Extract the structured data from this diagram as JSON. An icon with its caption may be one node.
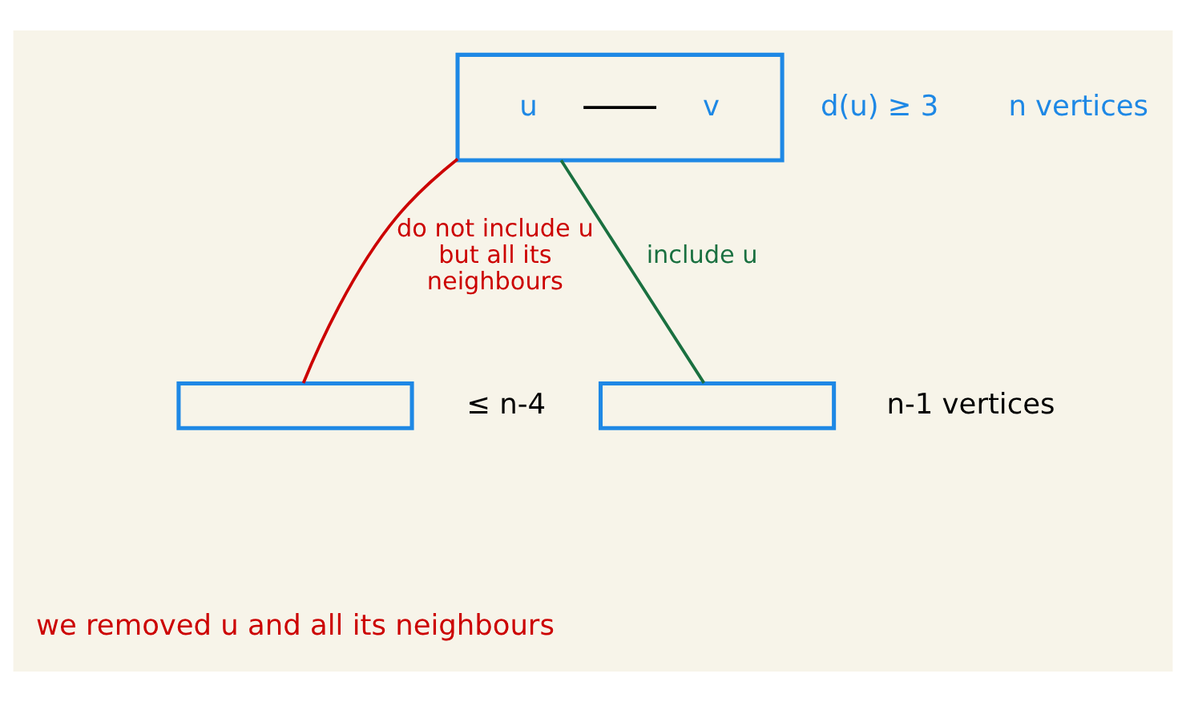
{
  "diagram": {
    "nodes": [
      {
        "text": [],
        "shape": "box",
        "beside": [
          "d(u) ≥ 3",
          "n vertices"
        ]
      },
      {
        "text": [
          "u"
        ],
        "in": 0
      },
      {
        "text": [
          "v"
        ],
        "in": 0
      },
      {
        "text": [],
        "shape": "box",
        "beside": [
          "≤ n-4"
        ]
      },
      {
        "text": [],
        "shape": "box",
        "beside": [
          "n-1 vertices"
        ]
      }
    ],
    "edges": [
      {
        "from": 1,
        "to": 2,
        "arrow": "none"
      },
      {
        "from": 0,
        "to": 3,
        "arrow": "none",
        "label": "do not include u but all its neighbours",
        "color": "#cc0000"
      },
      {
        "from": 0,
        "to": 4,
        "arrow": "none",
        "label": "include u",
        "color": "#1a7040"
      }
    ],
    "labels": [
      "we removed u and all its neighbours"
    ]
  }
}
